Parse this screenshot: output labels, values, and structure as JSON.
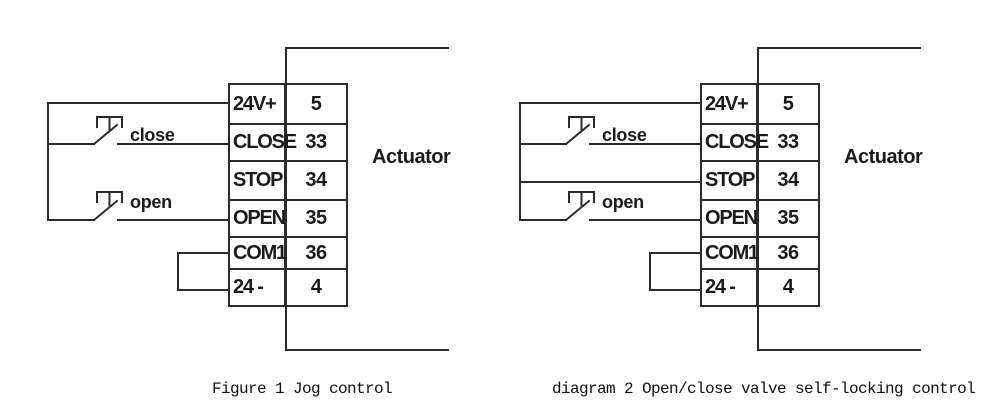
{
  "colors": {
    "background": "#ffffff",
    "line": "#2b2b2b",
    "text": "#1b1b1b"
  },
  "diagrams": [
    {
      "caption": "Figure 1 Jog control",
      "actuator_label": "Actuator",
      "button_labels": {
        "close": "close",
        "open": "open"
      },
      "terminals": [
        {
          "label": "24V+",
          "pin": "5"
        },
        {
          "label": "CLOSE",
          "pin": "33"
        },
        {
          "label": "STOP",
          "pin": "34"
        },
        {
          "label": "OPEN",
          "pin": "35"
        },
        {
          "label": "COM1",
          "pin": "36"
        },
        {
          "label": "24 -",
          "pin": "4"
        }
      ]
    },
    {
      "caption": "diagram 2 Open/close valve self-locking control",
      "actuator_label": "Actuator",
      "button_labels": {
        "close": "close",
        "open": "open"
      },
      "terminals": [
        {
          "label": "24V+",
          "pin": "5"
        },
        {
          "label": "CLOSE",
          "pin": "33"
        },
        {
          "label": "STOP",
          "pin": "34"
        },
        {
          "label": "OPEN",
          "pin": "35"
        },
        {
          "label": "COM1",
          "pin": "36"
        },
        {
          "label": "24 -",
          "pin": "4"
        }
      ]
    }
  ]
}
